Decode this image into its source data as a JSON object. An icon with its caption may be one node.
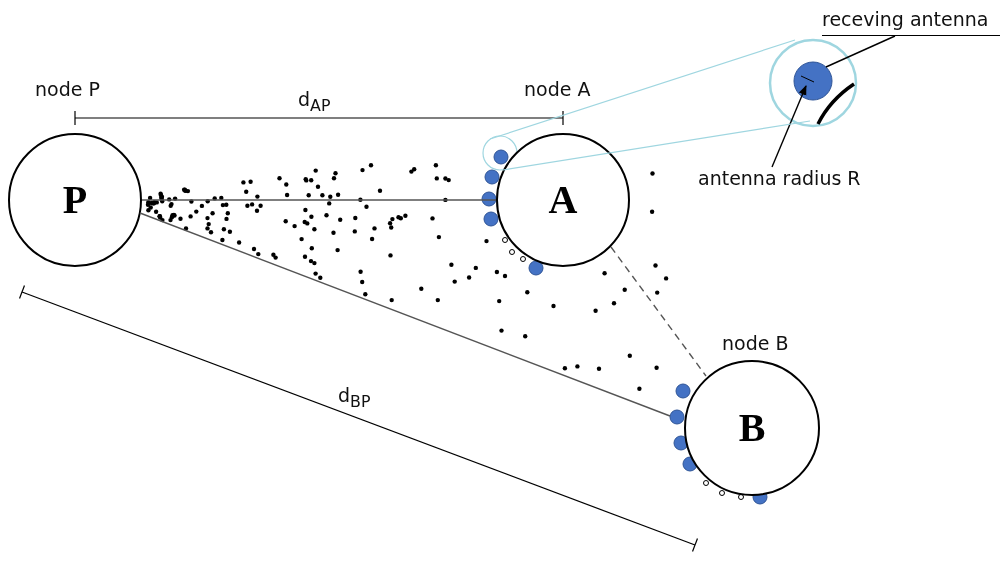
{
  "diagram": {
    "nodes": [
      {
        "text": [
          "P"
        ],
        "beside": [
          "node P"
        ]
      },
      {
        "text": [
          "A"
        ],
        "beside": [
          "node A"
        ]
      },
      {
        "text": [
          "B"
        ],
        "beside": [
          "node B"
        ]
      },
      {
        "text": [
          "receving antenna"
        ]
      },
      {
        "text": [],
        "shape": "circle"
      },
      {
        "text": [
          "antenna radius R"
        ]
      }
    ],
    "edges": [
      {
        "from": 0,
        "to": 1,
        "arrow": "none"
      },
      {
        "from": 0,
        "to": 2,
        "arrow": "none"
      },
      {
        "from": 1,
        "to": 2,
        "arrow": "none",
        "style": "dashed"
      },
      {
        "from": 3,
        "to": 4,
        "arrow": "none"
      },
      {
        "from": 5,
        "to": 4,
        "arrow": "to"
      },
      {
        "from": 1,
        "to": 4,
        "arrow": "none",
        "color": "#9fd6e0"
      },
      {
        "from": 1,
        "to": 4,
        "arrow": "none",
        "color": "#9fd6e0"
      }
    ],
    "labels": [
      "d$_{AP}$",
      "d$_{BP}$"
    ]
  }
}
